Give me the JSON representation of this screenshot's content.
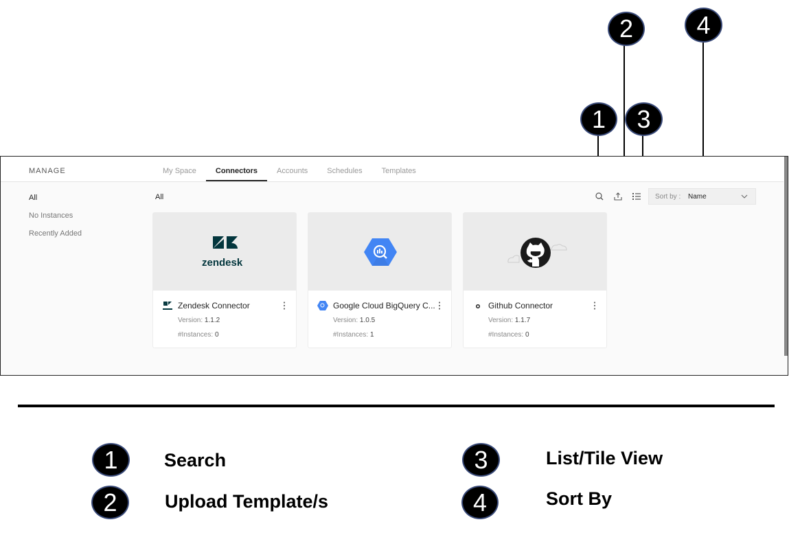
{
  "header": {
    "section_label": "MANAGE",
    "tabs": [
      {
        "label": "My Space",
        "active": false
      },
      {
        "label": "Connectors",
        "active": true
      },
      {
        "label": "Accounts",
        "active": false
      },
      {
        "label": "Schedules",
        "active": false
      },
      {
        "label": "Templates",
        "active": false
      }
    ]
  },
  "sidebar": {
    "items": [
      {
        "label": "All",
        "active": true
      },
      {
        "label": "No Instances",
        "active": false
      },
      {
        "label": "Recently Added",
        "active": false
      }
    ]
  },
  "toolbar": {
    "filter_label": "All",
    "icons": [
      "search-icon",
      "upload-icon",
      "list-view-icon"
    ],
    "sort_label": "Sort by :",
    "sort_value": "Name"
  },
  "cards": [
    {
      "name": "Zendesk Connector",
      "logo_text": "zendesk",
      "version_label": "Version:",
      "version": "1.1.2",
      "instances_label": "#Instances:",
      "instances": "0"
    },
    {
      "name": "Google Cloud BigQuery C...",
      "version_label": "Version:",
      "version": "1.0.5",
      "instances_label": "#Instances:",
      "instances": "1"
    },
    {
      "name": "Github Connector",
      "version_label": "Version:",
      "version": "1.1.7",
      "instances_label": "#Instances:",
      "instances": "0"
    }
  ],
  "callouts": {
    "one": "1",
    "two": "2",
    "three": "3",
    "four": "4"
  },
  "legend": [
    {
      "number": "1",
      "label": "Search"
    },
    {
      "number": "2",
      "label": "Upload Template/s"
    },
    {
      "number": "3",
      "label": "List/Tile View"
    },
    {
      "number": "4",
      "label": "Sort By"
    }
  ],
  "colors": {
    "zendesk": "#03363d",
    "bigquery": "#4285f4",
    "callout": "#000000"
  }
}
